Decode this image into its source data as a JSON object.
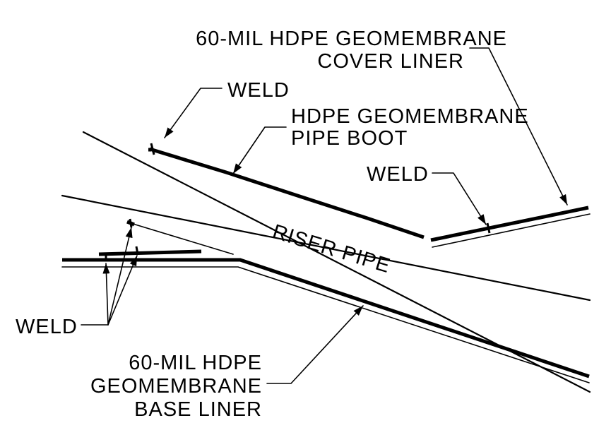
{
  "labels": {
    "cover_liner_line1": "60-MIL HDPE GEOMEMBRANE",
    "cover_liner_line2": "COVER LINER",
    "weld_top": "WELD",
    "pipe_boot_line1": "HDPE GEOMEMBRANE",
    "pipe_boot_line2": "PIPE BOOT",
    "weld_right": "WELD",
    "riser_pipe": "RISER PIPE",
    "weld_left": "WELD",
    "base_liner_line1": "60-MIL HDPE",
    "base_liner_line2": "GEOMEMBRANE",
    "base_liner_line3": "BASE LINER"
  },
  "colors": {
    "ink": "#000000",
    "background": "#ffffff"
  }
}
